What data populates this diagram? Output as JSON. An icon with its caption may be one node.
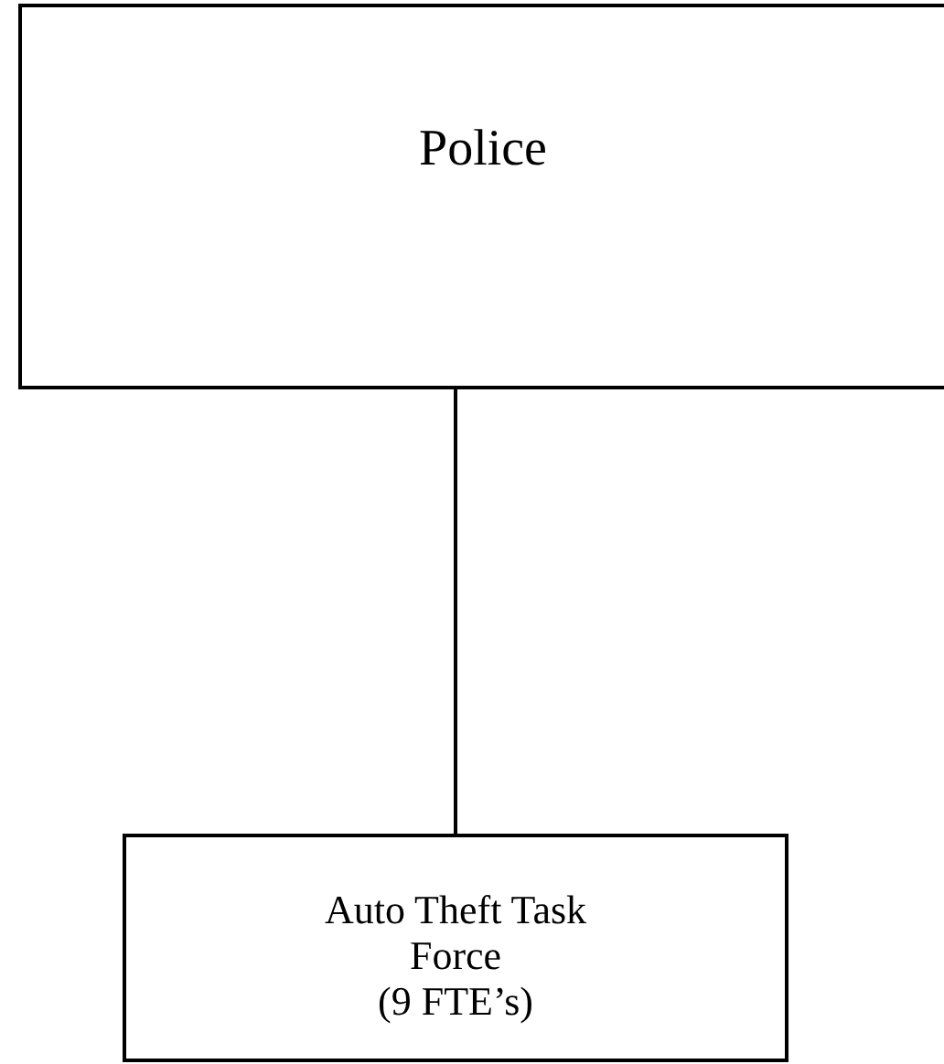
{
  "diagram": {
    "nodes": [
      {
        "text": [
          "Police"
        ]
      },
      {
        "text": [
          "Auto Theft Task Force",
          "(9 FTE’s)"
        ]
      }
    ],
    "edges": [
      {
        "from": 0,
        "to": 1,
        "arrow": "none"
      }
    ]
  }
}
